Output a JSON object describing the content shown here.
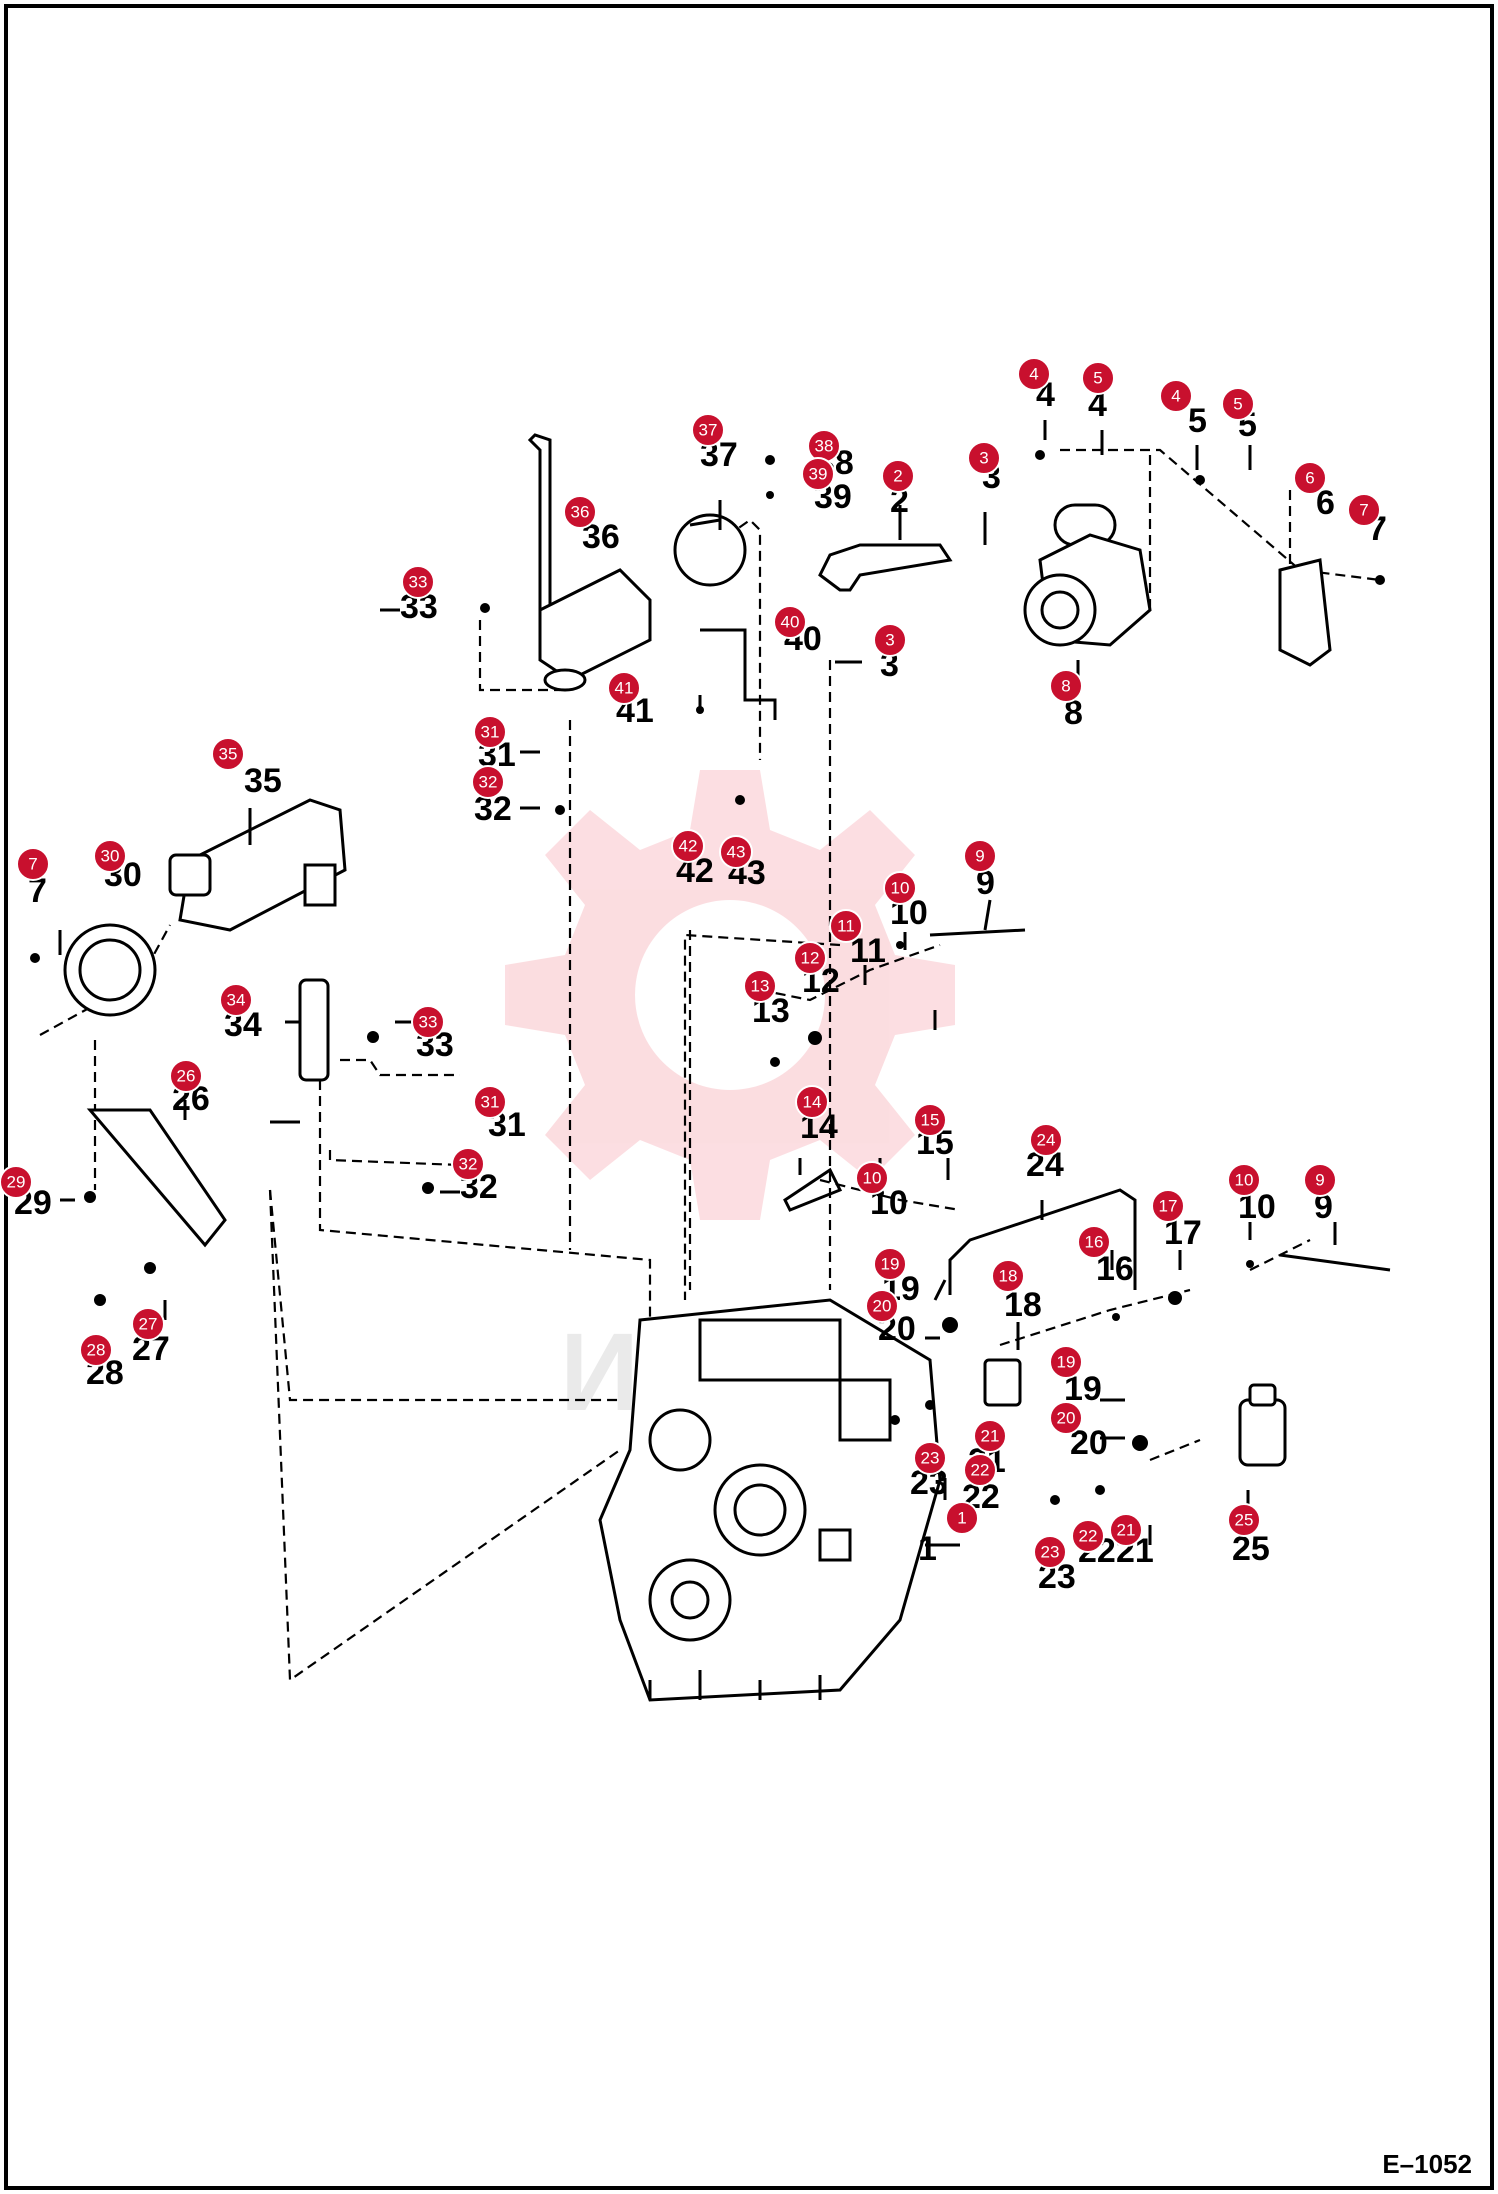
{
  "diagram": {
    "page_id": "E–1052",
    "watermark_text": "ИЛЕХ",
    "callout_color": "#c8102e",
    "callouts": [
      {
        "n": "1"
      },
      {
        "n": "2"
      },
      {
        "n": "3"
      },
      {
        "n": "3"
      },
      {
        "n": "4"
      },
      {
        "n": "4"
      },
      {
        "n": "5"
      },
      {
        "n": "5"
      },
      {
        "n": "6"
      },
      {
        "n": "7"
      },
      {
        "n": "7"
      },
      {
        "n": "8"
      },
      {
        "n": "9"
      },
      {
        "n": "9"
      },
      {
        "n": "10"
      },
      {
        "n": "10"
      },
      {
        "n": "10"
      },
      {
        "n": "11"
      },
      {
        "n": "12"
      },
      {
        "n": "13"
      },
      {
        "n": "14"
      },
      {
        "n": "15"
      },
      {
        "n": "16"
      },
      {
        "n": "17"
      },
      {
        "n": "18"
      },
      {
        "n": "19"
      },
      {
        "n": "19"
      },
      {
        "n": "20"
      },
      {
        "n": "20"
      },
      {
        "n": "21"
      },
      {
        "n": "21"
      },
      {
        "n": "22"
      },
      {
        "n": "22"
      },
      {
        "n": "23"
      },
      {
        "n": "23"
      },
      {
        "n": "24"
      },
      {
        "n": "25"
      },
      {
        "n": "26"
      },
      {
        "n": "27"
      },
      {
        "n": "28"
      },
      {
        "n": "29"
      },
      {
        "n": "30"
      },
      {
        "n": "31"
      },
      {
        "n": "31"
      },
      {
        "n": "32"
      },
      {
        "n": "32"
      },
      {
        "n": "33"
      },
      {
        "n": "33"
      },
      {
        "n": "34"
      },
      {
        "n": "35"
      },
      {
        "n": "36"
      },
      {
        "n": "37"
      },
      {
        "n": "38"
      },
      {
        "n": "39"
      },
      {
        "n": "40"
      },
      {
        "n": "41"
      },
      {
        "n": "42"
      },
      {
        "n": "43"
      }
    ],
    "ref_labels": [
      {
        "n": "1"
      },
      {
        "n": "2"
      },
      {
        "n": "3"
      },
      {
        "n": "3"
      },
      {
        "n": "4"
      },
      {
        "n": "4"
      },
      {
        "n": "5"
      },
      {
        "n": "5"
      },
      {
        "n": "6"
      },
      {
        "n": "7"
      },
      {
        "n": "7"
      },
      {
        "n": "8"
      },
      {
        "n": "9"
      },
      {
        "n": "9"
      },
      {
        "n": "10"
      },
      {
        "n": "10"
      },
      {
        "n": "10"
      },
      {
        "n": "11"
      },
      {
        "n": "12"
      },
      {
        "n": "13"
      },
      {
        "n": "14"
      },
      {
        "n": "15"
      },
      {
        "n": "16"
      },
      {
        "n": "17"
      },
      {
        "n": "18"
      },
      {
        "n": "19"
      },
      {
        "n": "19"
      },
      {
        "n": "20"
      },
      {
        "n": "20"
      },
      {
        "n": "21"
      },
      {
        "n": "21"
      },
      {
        "n": "22"
      },
      {
        "n": "22"
      },
      {
        "n": "23"
      },
      {
        "n": "23"
      },
      {
        "n": "24"
      },
      {
        "n": "25"
      },
      {
        "n": "26"
      },
      {
        "n": "27"
      },
      {
        "n": "28"
      },
      {
        "n": "29"
      },
      {
        "n": "30"
      },
      {
        "n": "31"
      },
      {
        "n": "31"
      },
      {
        "n": "32"
      },
      {
        "n": "32"
      },
      {
        "n": "33"
      },
      {
        "n": "33"
      },
      {
        "n": "34"
      },
      {
        "n": "35"
      },
      {
        "n": "36"
      },
      {
        "n": "37"
      },
      {
        "n": "38"
      },
      {
        "n": "39"
      },
      {
        "n": "40"
      },
      {
        "n": "41"
      },
      {
        "n": "42"
      },
      {
        "n": "43"
      }
    ]
  }
}
